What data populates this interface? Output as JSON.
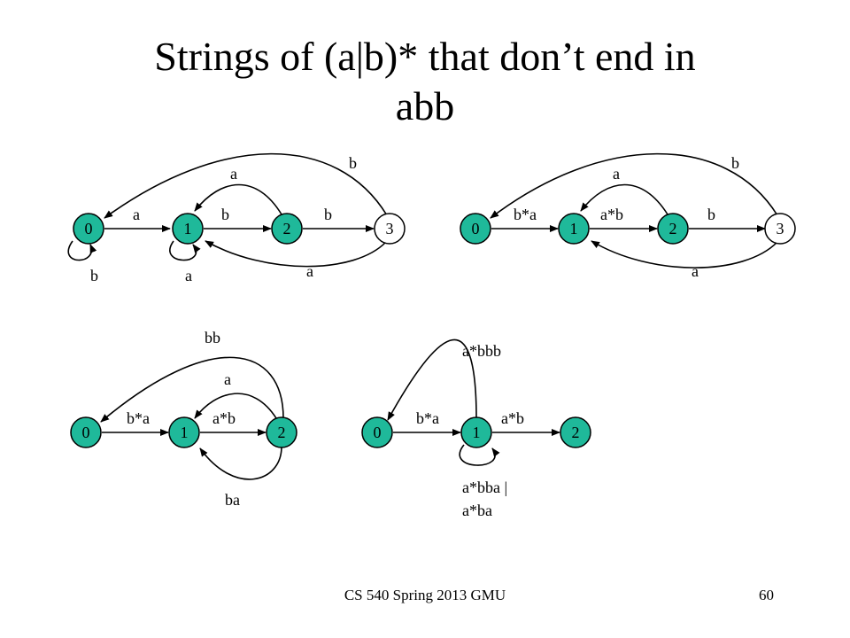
{
  "title_line1": "Strings of (a|b)* that don’t end in",
  "title_line2": "abb",
  "footer": {
    "left": "CS 540   Spring 2013 GMU",
    "page": "60"
  },
  "diagram1": {
    "nodes": [
      "0",
      "1",
      "2",
      "3"
    ],
    "labels": {
      "e01": "a",
      "e12": "b",
      "e23": "b",
      "e30": "b",
      "e21": "a",
      "e31": "a",
      "loop0": "b",
      "loop1": "a"
    }
  },
  "diagram2": {
    "nodes": [
      "0",
      "1",
      "2",
      "3"
    ],
    "labels": {
      "e01": "b*a",
      "e12": "a*b",
      "e23": "b",
      "e30": "b",
      "e21": "a",
      "e31": "a"
    }
  },
  "diagram3": {
    "nodes": [
      "0",
      "1",
      "2"
    ],
    "labels": {
      "e01": "b*a",
      "e12": "a*b",
      "e20": "bb",
      "e21top": "a",
      "e21bot": "ba"
    }
  },
  "diagram4": {
    "nodes": [
      "0",
      "1",
      "2"
    ],
    "labels": {
      "e01": "b*a",
      "e12": "a*b",
      "e10": "a*bbb",
      "loop1_line1": "a*bba |",
      "loop1_line2": "a*ba"
    }
  }
}
